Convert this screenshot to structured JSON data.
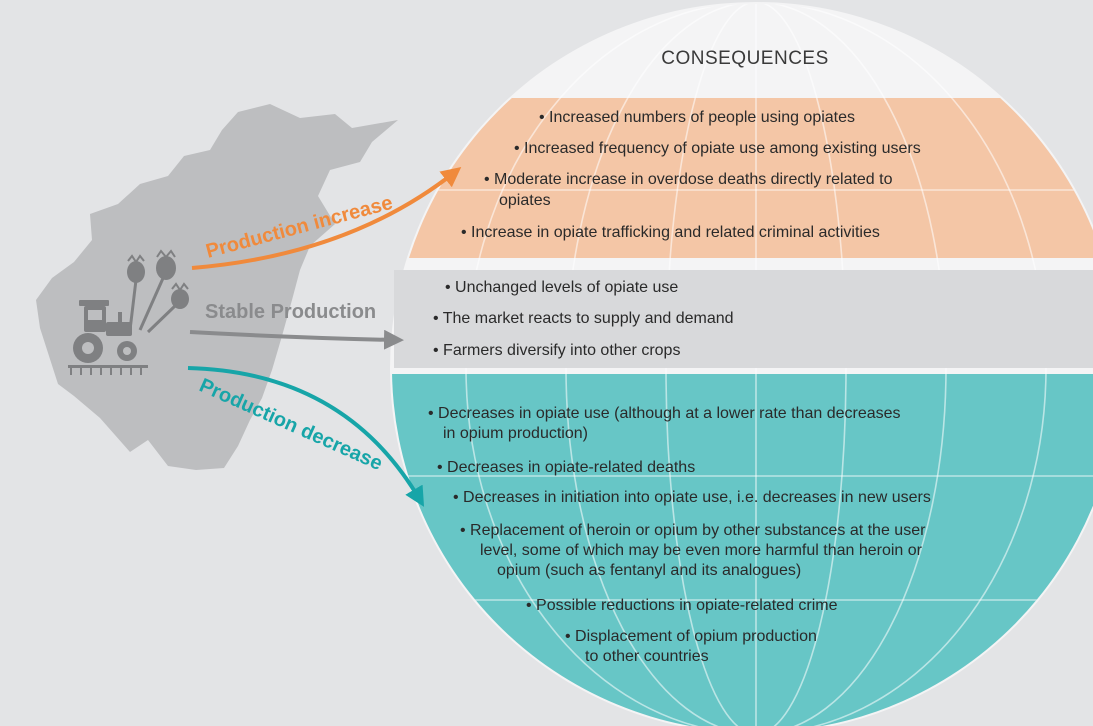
{
  "title": "CONSEQUENCES",
  "colors": {
    "background": "#e3e4e6",
    "increase": "#f08a3c",
    "increase_band": "#f4c6a6",
    "stable": "#8a8b8d",
    "stable_band": "#d8d9db",
    "decrease": "#17a5a8",
    "decrease_band": "#67c6c6",
    "map": "#bdbec0",
    "icon": "#7f8082"
  },
  "arrows": {
    "increase": "Production increase",
    "stable": "Stable Production",
    "decrease": "Production decrease"
  },
  "increase_items": [
    [
      "• Increased numbers of people using opiates"
    ],
    [
      "• Increased frequency of opiate use among existing users"
    ],
    [
      "• Moderate increase in overdose deaths directly related to",
      "opiates"
    ],
    [
      "• Increase in opiate trafficking and related criminal activities"
    ]
  ],
  "stable_items": [
    [
      "• Unchanged levels of opiate use"
    ],
    [
      "• The market reacts to supply and demand"
    ],
    [
      "• Farmers diversify into other crops"
    ]
  ],
  "decrease_items": [
    [
      "• Decreases in opiate use (although at a lower rate than decreases",
      "in opium production)"
    ],
    [
      "• Decreases in opiate-related deaths"
    ],
    [
      "• Decreases in initiation into opiate use, i.e. decreases in new users"
    ],
    [
      "• Replacement of heroin or opium by other substances at the user",
      "level, some of which may be even more harmful than heroin or",
      "opium (such as fentanyl and its analogues)"
    ],
    [
      "• Possible reductions in opiate-related crime"
    ],
    [
      "• Displacement of opium production",
      "to other countries"
    ]
  ],
  "icons": [
    "map-silhouette",
    "tractor-icon",
    "poppy-pod-icon"
  ]
}
